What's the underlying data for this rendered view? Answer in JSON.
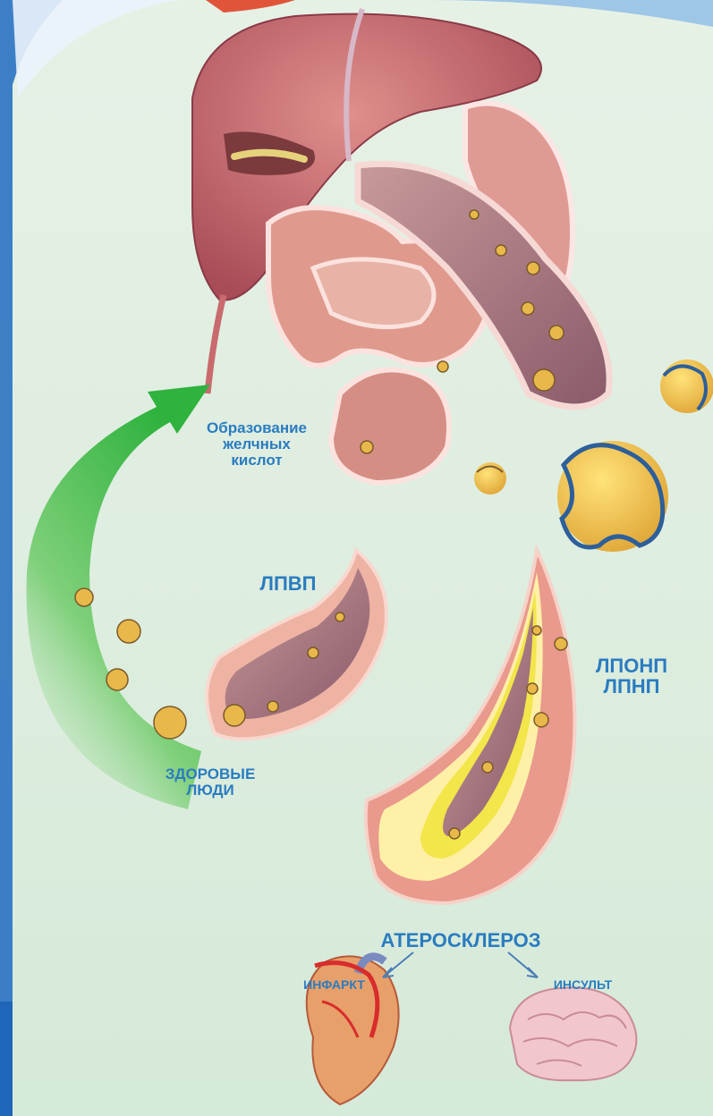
{
  "labels": {
    "bile_acids": [
      "Образование",
      "желчных",
      "кислот"
    ],
    "hdl": "ЛПВП",
    "vldl_ldl": [
      "ЛПОНП",
      "ЛПНП"
    ],
    "healthy_people": [
      "ЗДОРОВЫЕ",
      "ЛЮДИ"
    ],
    "atherosclerosis": "АТЕРОСКЛЕРОЗ",
    "infarction": "ИНФАРКТ",
    "stroke": "ИНСУЛЬТ"
  },
  "colors": {
    "background": "#dfeee2",
    "label_blue": "#2a7cc0",
    "arrow_green": "#3fbf4a",
    "organ_red": "#c96a6e",
    "vessel_wall": "#e9a79a",
    "plaque_yellow": "#f2e64a",
    "cholesterol_gold": "#e8b84a",
    "membrane_blue": "#2d5f9a",
    "brain_pink": "#f1c6cc"
  },
  "icons": [
    "liver",
    "stomach",
    "intestine",
    "green-return-arrow",
    "hdl-vessel",
    "atherosclerotic-artery",
    "lipoprotein-particle",
    "heart",
    "brain"
  ]
}
